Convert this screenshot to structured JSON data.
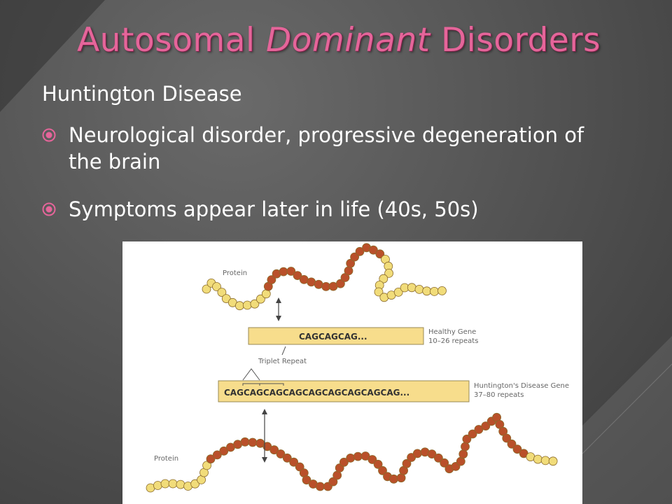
{
  "slide": {
    "title_part1": "Autosomal ",
    "title_italic": "Dominant",
    "title_part2": " Disorders",
    "heading": "Huntington Disease",
    "bullets": [
      "Neurological disorder, progressive degeneration of the brain",
      "Symptoms appear later in life (40s, 50s)"
    ]
  },
  "figure": {
    "protein_top_label": "Protein",
    "protein_bottom_label": "Protein",
    "healthy_sequence": "CAGCAGCAG...",
    "healthy_title": "Healthy Gene",
    "healthy_repeats": "10–26 repeats",
    "triplet_label": "Triplet Repeat",
    "hd_sequence": "CAGCAGCAGCAGCAGCAGCAGCAGCAG...",
    "hd_title": "Huntington's Disease Gene",
    "hd_repeats": "37–80 repeats"
  },
  "colors": {
    "title": "#e5659a",
    "bead_yellow": "#f1dc7a",
    "bead_brown": "#b9502a",
    "gene_bar": "#f7dd8c"
  }
}
